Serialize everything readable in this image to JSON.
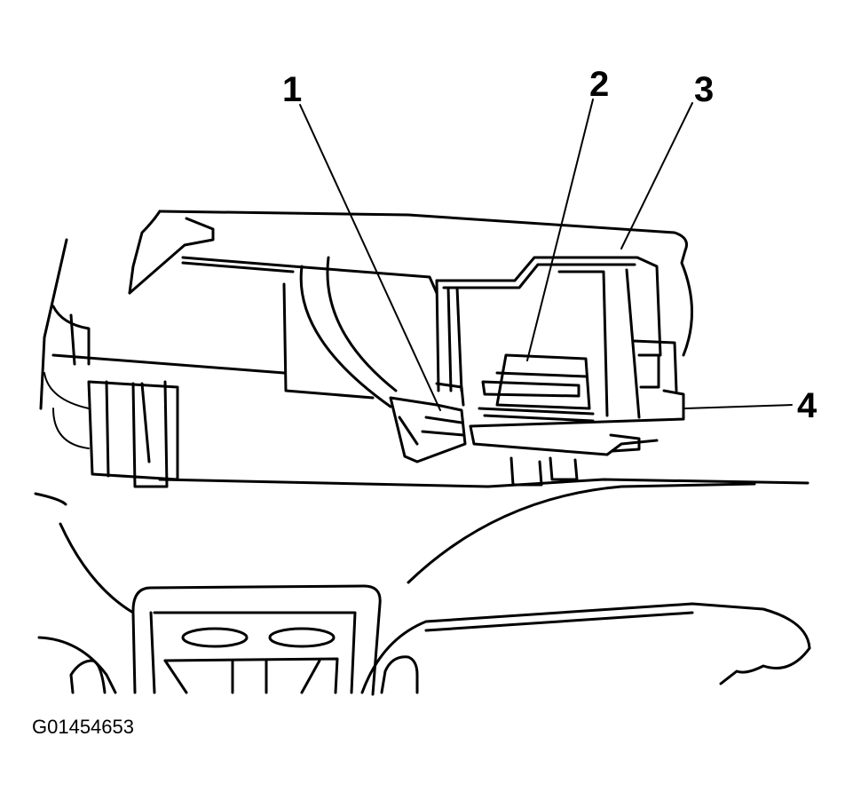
{
  "callouts": {
    "c1": "1",
    "c2": "2",
    "c3": "3",
    "c4": "4"
  },
  "figure_id": "G01454653",
  "colors": {
    "ink": "#000000",
    "background": "#ffffff"
  }
}
